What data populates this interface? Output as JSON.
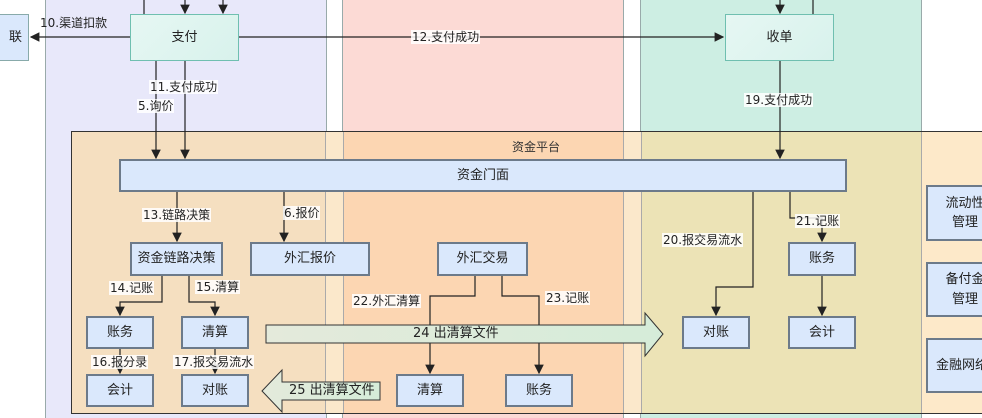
{
  "platform_title": "资金平台",
  "nodes": {
    "partial_left": "联",
    "pay": "支付",
    "acquiring": "收单",
    "gateway": "资金门面",
    "route_decision": "资金链路决策",
    "fx_quote": "外汇报价",
    "fx_trade": "外汇交易",
    "accounts_left": "账务",
    "clearing_left": "清算",
    "accounting_left": "会计",
    "reconcile_left": "对账",
    "clearing_mid": "清算",
    "accounts_mid": "账务",
    "reconcile_right": "对账",
    "accounts_right": "账务",
    "accounting_right": "会计",
    "liquidity": "流动性管理",
    "reserve": "备付金管理",
    "fin_network": "金融网络"
  },
  "edges": {
    "e10": "10.渠道扣款",
    "e12": "12.支付成功",
    "e11": "11.支付成功",
    "e5": "5.询价",
    "e19": "19.支付成功",
    "e13": "13.链路决策",
    "e6": "6.报价",
    "e20": "20.报交易流水",
    "e21": "21.记账",
    "e14": "14.记账",
    "e15": "15.清算",
    "e16": "16.报分录",
    "e17": "17.报交易流水",
    "e22": "22.外汇清算",
    "e23": "23.记账",
    "e24": "24 出清算文件",
    "e25": "25 出清算文件"
  }
}
